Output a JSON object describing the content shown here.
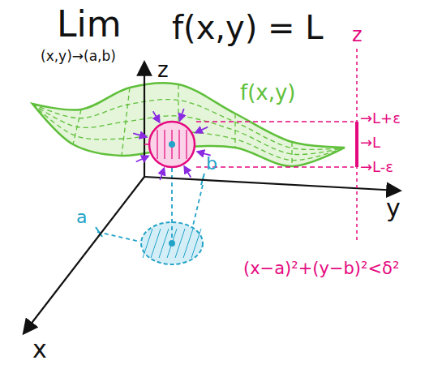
{
  "diagram": {
    "labels": [
      "Lim",
      "f(x,y) = L",
      "(x,y)→(a,b)",
      "z",
      "z",
      "f(x,y)",
      "→L+ε",
      "→L",
      "→L-ε",
      "a",
      "b",
      "y",
      "x",
      "(x−a)²+(y−b)²<δ²"
    ]
  }
}
